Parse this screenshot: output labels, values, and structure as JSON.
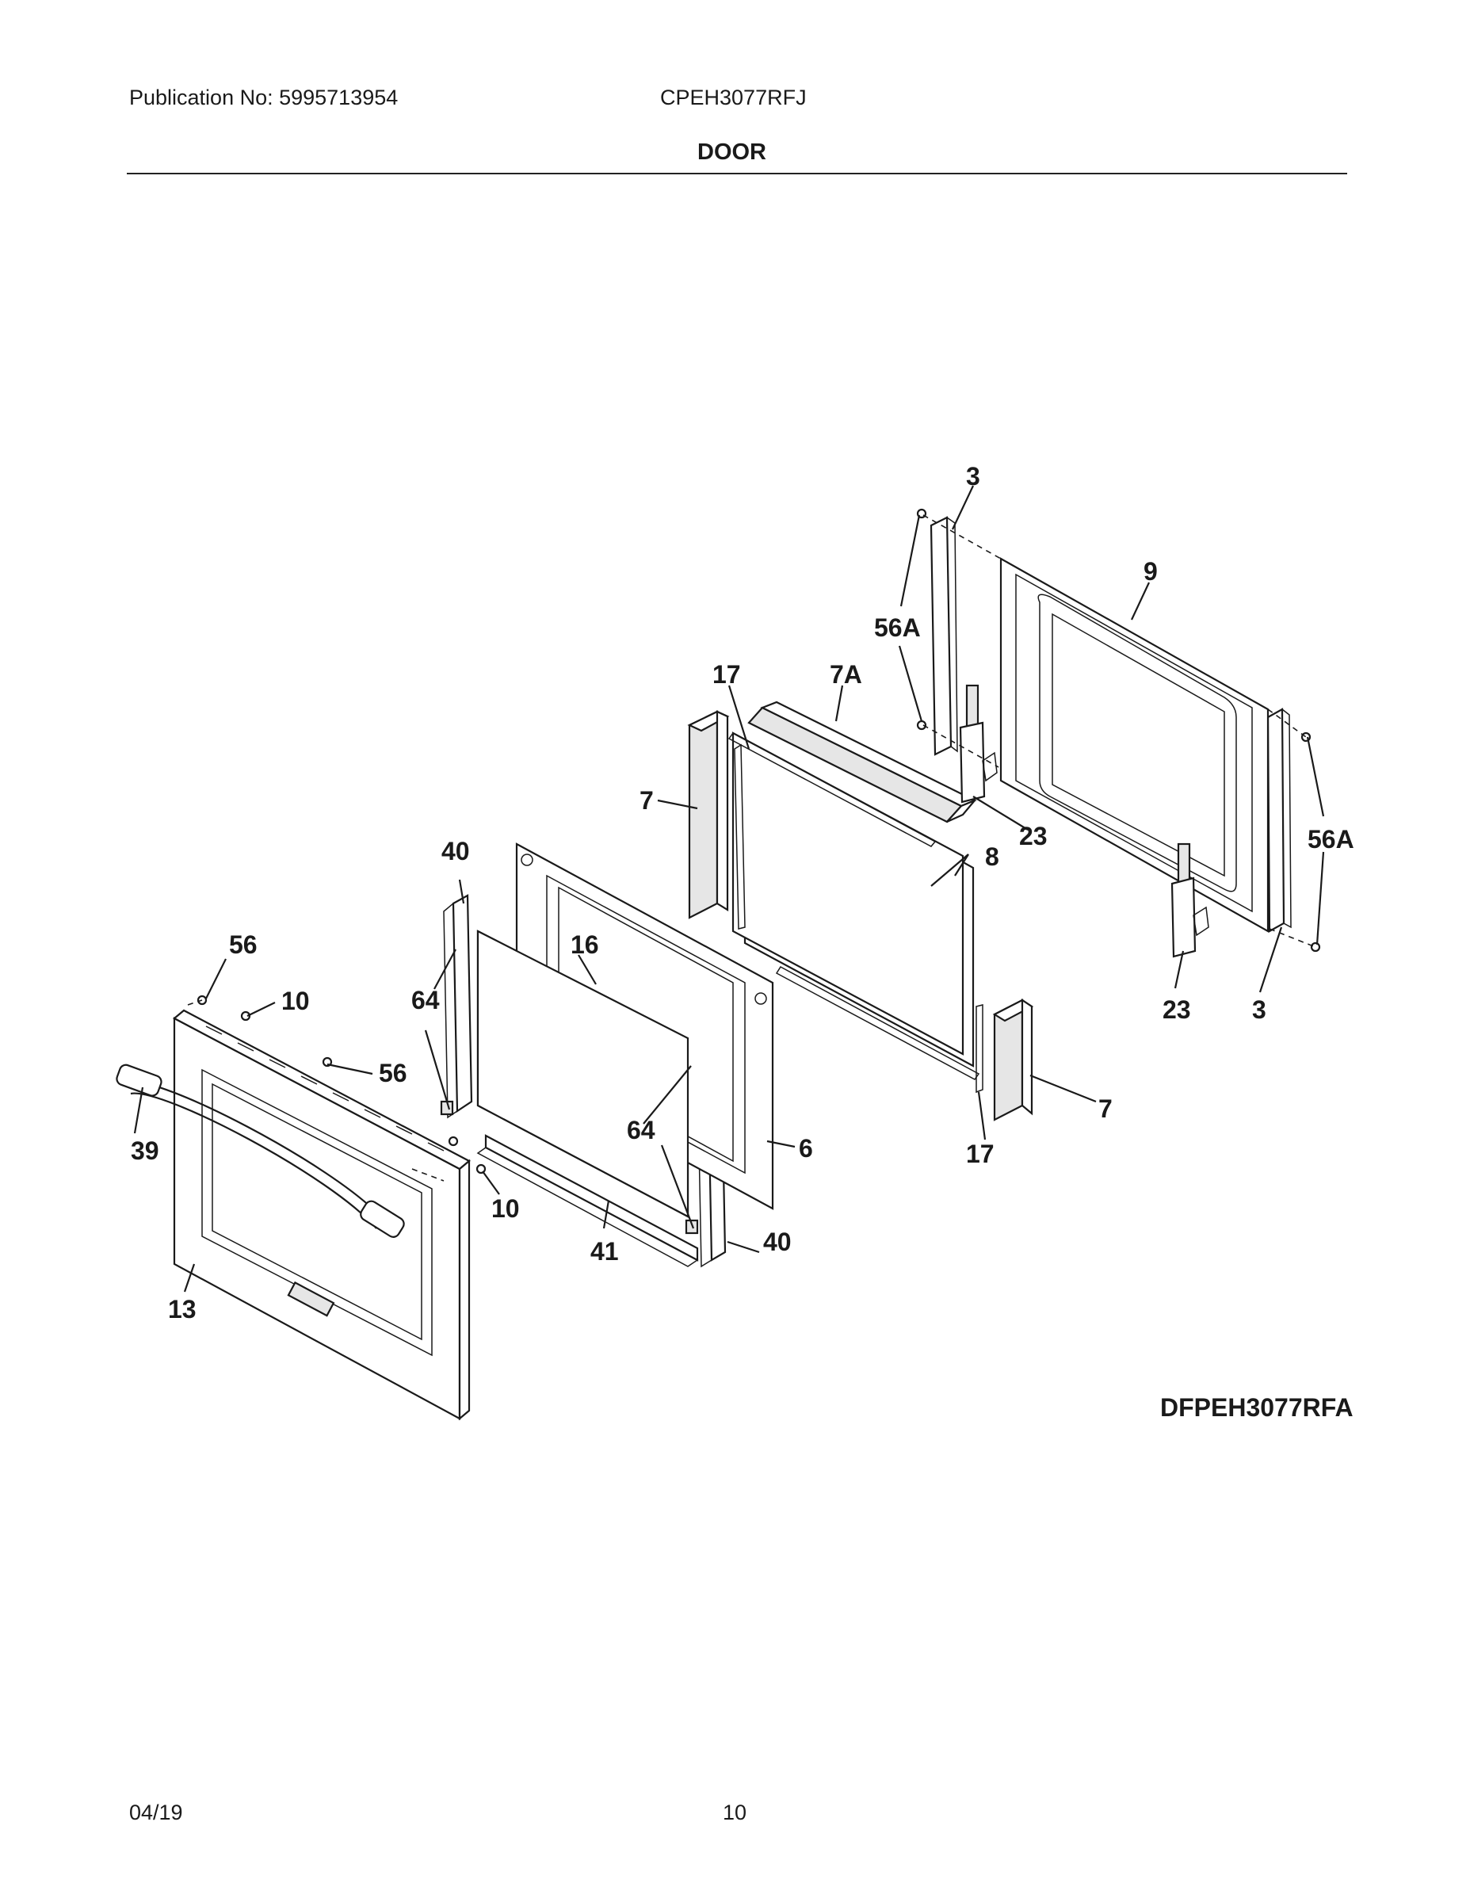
{
  "header": {
    "publication": "Publication No: 5995713954",
    "model": "CPEH3077RFJ",
    "section_title": "DOOR"
  },
  "diagram": {
    "code": "DFPEH3077RFA",
    "callouts": {
      "c3_top": "3",
      "c9": "9",
      "c56A_left": "56A",
      "c17_top": "17",
      "c7A": "7A",
      "c7_left": "7",
      "c23_top": "23",
      "c8": "8",
      "c56A_right": "56A",
      "c40_top": "40",
      "c56_top": "56",
      "c10_top": "10",
      "c16": "16",
      "c64_left": "64",
      "c23_bottom": "23",
      "c3_bottom": "3",
      "c56_mid": "56",
      "c7_right": "7",
      "c64_mid": "64",
      "c6": "6",
      "c17_bottom": "17",
      "c39": "39",
      "c10_bottom": "10",
      "c41": "41",
      "c40_bottom": "40",
      "c13": "13"
    }
  },
  "footer": {
    "date": "04/19",
    "page": "10"
  }
}
